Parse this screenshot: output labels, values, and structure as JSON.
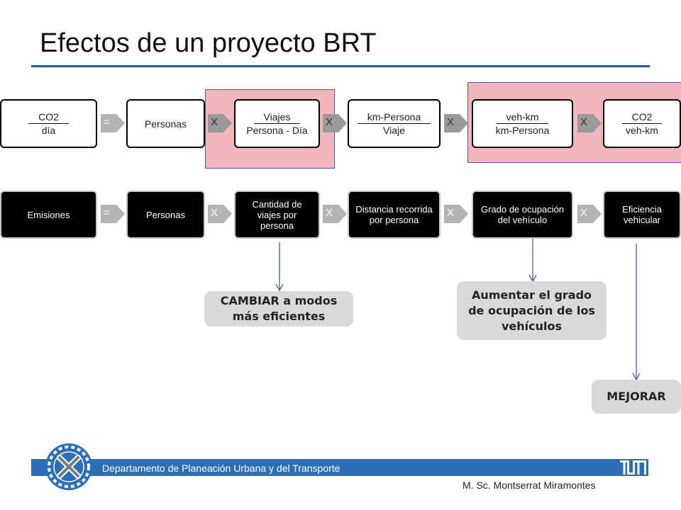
{
  "title": "Efectos de un proyecto BRT",
  "formula_row": {
    "terms": [
      {
        "numerator": "CO2",
        "denominator": "día"
      },
      {
        "label": "Personas"
      },
      {
        "numerator": "Viajes",
        "denominator": "Persona - Día"
      },
      {
        "numerator": "km-Persona",
        "denominator": "Viaje"
      },
      {
        "numerator": "veh-km",
        "denominator": "km-Persona"
      },
      {
        "numerator": "CO2",
        "denominator": "veh-km"
      }
    ],
    "operators": [
      "=",
      "X",
      "X",
      "X",
      "X"
    ]
  },
  "concept_row": {
    "terms": [
      "Emisiones",
      "Personas",
      "Cantidad de viajes por persona",
      "Distancia recorrida por persona",
      "Grado de ocupación del vehículo",
      "Eficiencia vehicular"
    ],
    "operators": [
      "=",
      "X",
      "X",
      "X",
      "X"
    ]
  },
  "callouts": {
    "cambiar": "CAMBIAR a modos más eficientes",
    "aumentar": "Aumentar el grado de ocupación de los vehículos",
    "mejorar": "MEJORAR"
  },
  "colors": {
    "highlight": "#f4b6bd",
    "footer_bar": "#2a6fb8",
    "title_rule": "#1f5fa8",
    "connector": "#3b4bb0"
  },
  "footer": {
    "department": "Departamento de Planeación Urbana y del Transporte",
    "author": "M. Sc. Montserrat Miramontes",
    "logo": "TUM"
  }
}
